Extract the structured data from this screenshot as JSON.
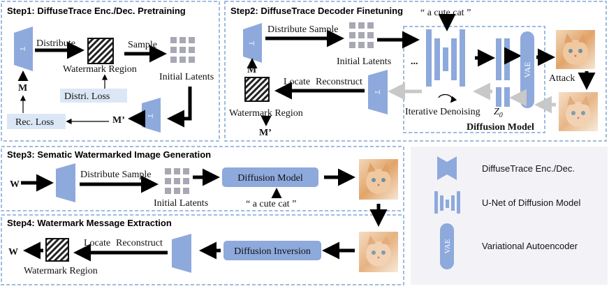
{
  "colors": {
    "panel_border": "#7fa7d3",
    "shape_fill": "#8ea9dc",
    "box_fill": "#dce7f6",
    "latent_fill": "#a8a8b4",
    "arrow": "#000000",
    "grey_arrow": "#c8c8c8",
    "legend_bg": "#f3f3f7"
  },
  "step1": {
    "title": "Step1:  DiffuseTrace Enc./Dec. Pretraining",
    "enc_letter": "T",
    "dec_letter": "T",
    "input": "M",
    "distribute": "Distribute",
    "sample": "Sample",
    "watermark_region": "Watermark Region",
    "initial_latents": "Initial Latents",
    "distri_loss": "Distri. Loss",
    "rec_loss": "Rec. Loss",
    "output": "M’"
  },
  "step2": {
    "title": "Step2:  DiffuseTrace Decoder Finetuning",
    "prompt": "“ a cute cat ”",
    "enc_letter": "T",
    "dec_letter": "T",
    "input": "M",
    "distribute_sample": "Distribute Sample",
    "initial_latents": "Initial Latents",
    "ellipsis": "...",
    "locate": "Locate",
    "reconstruct": "Reconstruct",
    "watermark_region": "Watermark Region",
    "output": "M’",
    "iterative_denoising": "Iterative Denoising",
    "z0": "Z",
    "z0_sub": "0",
    "diffusion_model": "Diffusion Model",
    "vae": "VAE",
    "attack": "Attack"
  },
  "step3": {
    "title": "Step3: Sematic Watermarked Image Generation",
    "input": "W",
    "distribute_sample": "Distribute Sample",
    "initial_latents": "Initial Latents",
    "diffusion_model": "Diffusion Model",
    "prompt": "“ a cute cat ”"
  },
  "step4": {
    "title": "Step4: Watermark Message Extraction",
    "output": "W",
    "watermark_region": "Watermark Region",
    "locate": "Locate",
    "reconstruct": "Reconstruct",
    "diffusion_inversion": "Diffusion Inversion"
  },
  "legend": {
    "encdec": "DiffuseTrace Enc./Dec.",
    "unet": "U-Net of Diffusion Model",
    "vae": "Variational Autoencoder",
    "vae_letter": "VAE"
  }
}
